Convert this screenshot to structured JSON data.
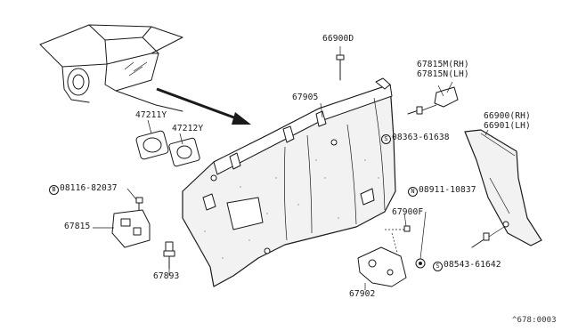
{
  "labels": {
    "p66900D": "66900D",
    "p67905": "67905",
    "p67815M": "67815M(RH)",
    "p67815N": "67815N(LH)",
    "p47211Y": "47211Y",
    "p47212Y": "47212Y",
    "p66900": "66900(RH)",
    "p66901": "66901(LH)",
    "s08363_prefix": "S",
    "s08363": "08363-61638",
    "b08116_prefix": "B",
    "b08116": "08116-82037",
    "n08911_prefix": "N",
    "n08911": "08911-10837",
    "p67900F": "67900F",
    "p67815": "67815",
    "p67893": "67893",
    "s08543_prefix": "S",
    "s08543": "08543-61642",
    "p67902": "67902",
    "ref_code": "^678:0003"
  }
}
